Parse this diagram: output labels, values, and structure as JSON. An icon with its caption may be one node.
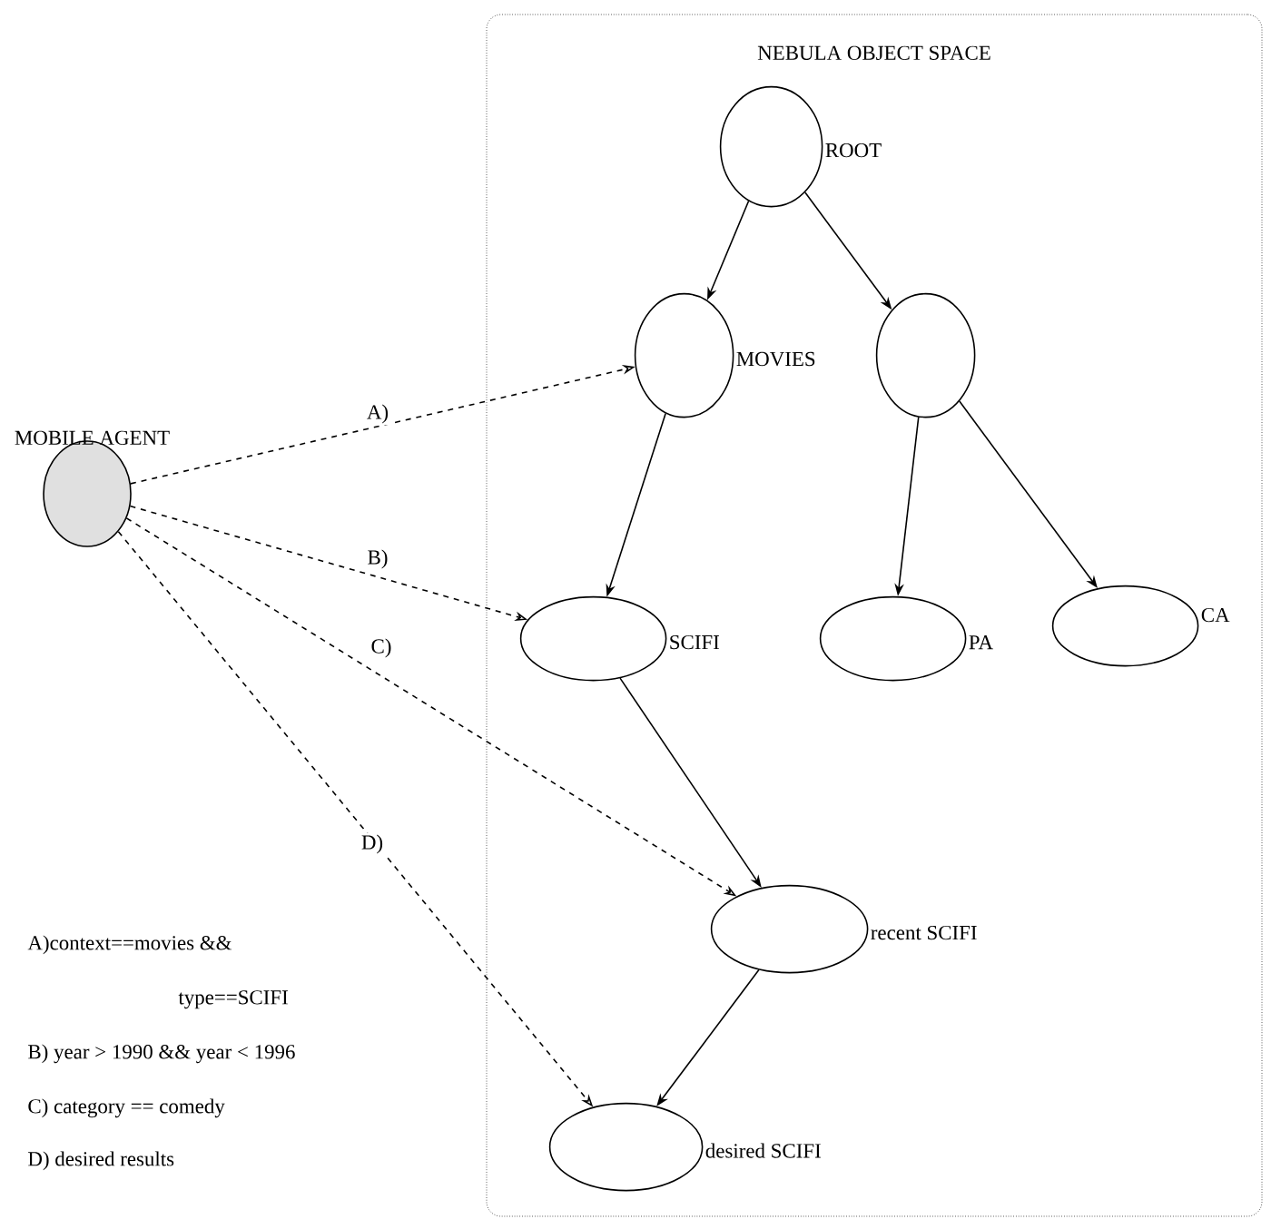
{
  "diagram": {
    "nodes": [
      {
        "text": [
          "NEBULA OBJECT SPACE"
        ]
      },
      {
        "text": [
          "ROOT"
        ],
        "in": 0
      },
      {
        "text": [
          "MOVIES"
        ],
        "in": 0
      },
      {
        "text": [],
        "shape": "circle",
        "in": 0
      },
      {
        "text": [
          "SCIFI"
        ],
        "in": 0
      },
      {
        "text": [
          "PA"
        ],
        "in": 0
      },
      {
        "text": [
          "CA"
        ],
        "in": 0
      },
      {
        "text": [
          "recent SCIFI"
        ],
        "in": 0
      },
      {
        "text": [
          "desired SCIFI"
        ],
        "in": 0
      },
      {
        "text": [
          "MOBILE AGENT"
        ]
      }
    ],
    "edges": [
      {
        "from": 1,
        "to": 2,
        "arrow": "to"
      },
      {
        "from": 1,
        "to": 3,
        "arrow": "to"
      },
      {
        "from": 2,
        "to": 4,
        "arrow": "to"
      },
      {
        "from": 3,
        "to": 5,
        "arrow": "to"
      },
      {
        "from": 3,
        "to": 6,
        "arrow": "to"
      },
      {
        "from": 4,
        "to": 7,
        "arrow": "to"
      },
      {
        "from": 7,
        "to": 8,
        "arrow": "to"
      },
      {
        "from": 9,
        "to": 2,
        "arrow": "to",
        "label": "A)",
        "style": "dashed"
      },
      {
        "from": 9,
        "to": 4,
        "arrow": "to",
        "label": "B)",
        "style": "dashed"
      },
      {
        "from": 9,
        "to": 7,
        "arrow": "to",
        "label": "C)",
        "style": "dashed"
      },
      {
        "from": 9,
        "to": 8,
        "arrow": "to",
        "label": "D)",
        "style": "dashed"
      }
    ],
    "labels": [
      "A)context==movies && type==SCIFI",
      "B) year > 1990 && year < 1996",
      "C) category == comedy",
      "D) desired results"
    ]
  }
}
